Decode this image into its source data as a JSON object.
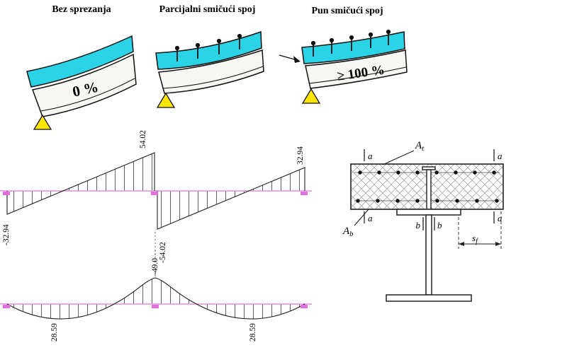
{
  "schemes": {
    "no_connection": {
      "title": "Bez sprezanja",
      "degree": "0 %"
    },
    "partial": {
      "title": "Parcijalni smičući spoj"
    },
    "full": {
      "title": "Pun smičući spoj",
      "degree": "≥ 100 %"
    }
  },
  "chart_data": [
    {
      "name": "shear-force-diagram",
      "type": "line",
      "description": "Shear force diagram over two spans of a continuous composite beam",
      "series": [
        {
          "name": "span-1",
          "start": -32.94,
          "end": 54.02
        },
        {
          "name": "span-2",
          "start": -54.02,
          "end": 32.94
        }
      ],
      "labels": {
        "left": "-32.94",
        "mid_top": "54.02",
        "mid_bottom": "-54.02",
        "right": "32.94"
      },
      "hatch": "vertical",
      "axis_color": "#dd8edd"
    },
    {
      "name": "bending-moment-diagram",
      "type": "line",
      "description": "Bending moment diagram over two spans, sagging in spans, hogging at middle support",
      "series": [
        {
          "name": "span-1-max",
          "value": 28.59
        },
        {
          "name": "mid-support",
          "value": -49.0
        },
        {
          "name": "span-2-max",
          "value": 28.59
        }
      ],
      "labels": {
        "span1": "28.59",
        "support": "-49.0",
        "span2": "28.59"
      },
      "hatch": "vertical",
      "axis_color": "#dd8edd"
    }
  ],
  "cross_section": {
    "mark_a": "a",
    "mark_b": "b",
    "top_reinforcement": {
      "main": "A",
      "sub": "t"
    },
    "bottom_reinforcement": {
      "main": "A",
      "sub": "b"
    },
    "stud_spacing": {
      "main": "s",
      "sub": "f"
    }
  },
  "colors": {
    "slab_cyan": "#2ad4e6",
    "support_triangle_yellow": "#ffe600",
    "axis_pink": "#dd8edd",
    "support_marker_pink": "#e06ee0"
  }
}
